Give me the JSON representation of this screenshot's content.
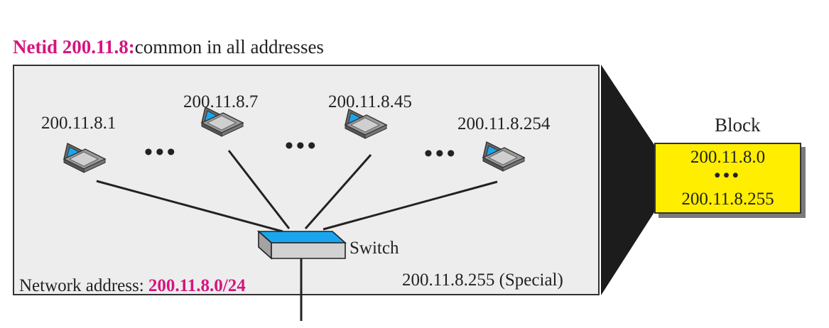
{
  "heading": {
    "netid_label": "Netid 200.11.8:",
    "description": "common in all addresses"
  },
  "hosts": [
    {
      "address": "200.11.8.1"
    },
    {
      "address": "200.11.8.7"
    },
    {
      "address": "200.11.8.45"
    },
    {
      "address": "200.11.8.254"
    }
  ],
  "ellipsis": "•••",
  "switch": {
    "label": "Switch"
  },
  "network": {
    "address_label": "Network address: ",
    "address_value": "200.11.8.0/24"
  },
  "special": "200.11.8.255 (Special)",
  "block": {
    "title": "Block",
    "first": "200.11.8.0",
    "ellipsis": "•••",
    "last": "200.11.8.255"
  },
  "colors": {
    "accent": "#d4157f",
    "screen": "#1aa6ee",
    "block_fill": "#ffee00",
    "network_fill": "#ededed"
  },
  "icons": {
    "host": "laptop-icon",
    "switch": "switch-icon"
  }
}
